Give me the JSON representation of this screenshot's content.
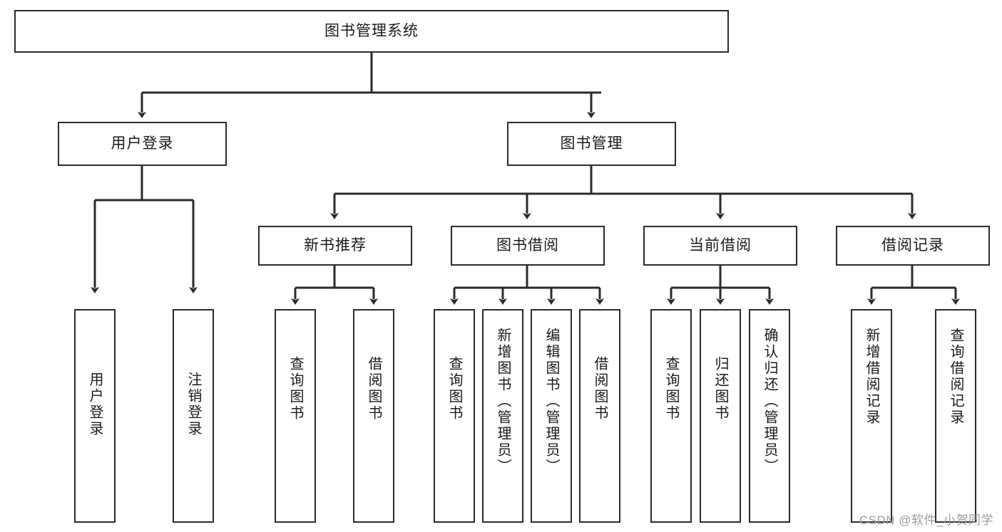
{
  "diagram": {
    "type": "tree-hierarchy-chart",
    "title": "图书管理系统",
    "stroke_color": "#2b2b2b",
    "background_color": "#ffffff",
    "text_color": "#1a1a1a",
    "levels": 4,
    "root": {
      "label": "图书管理系统",
      "children": [
        {
          "label": "用户登录",
          "children": [
            {
              "label": "用户登录"
            },
            {
              "label": "注销登录"
            }
          ]
        },
        {
          "label": "图书管理",
          "children": [
            {
              "label": "新书推荐",
              "children": [
                {
                  "label": "查询图书"
                },
                {
                  "label": "借阅图书"
                }
              ]
            },
            {
              "label": "图书借阅",
              "children": [
                {
                  "label": "查询图书"
                },
                {
                  "label": "新增图书（管理员）"
                },
                {
                  "label": "编辑图书（管理员）"
                },
                {
                  "label": "借阅图书"
                }
              ]
            },
            {
              "label": "当前借阅",
              "children": [
                {
                  "label": "查询图书"
                },
                {
                  "label": "归还图书"
                },
                {
                  "label": "确认归还（管理员）"
                }
              ]
            },
            {
              "label": "借阅记录",
              "children": [
                {
                  "label": "新增借阅记录"
                },
                {
                  "label": "查询借阅记录"
                }
              ]
            }
          ]
        }
      ]
    }
  },
  "nodes": {
    "root": "图书管理系统",
    "l2_user_login": "用户登录",
    "l2_book_manage": "图书管理",
    "l3_user_login": "用户登录",
    "l3_user_logout": "注销登录",
    "l3_new_book": "新书推荐",
    "l3_book_borrow": "图书借阅",
    "l3_current_borrow": "当前借阅",
    "l3_borrow_record": "借阅记录",
    "l4_nb_query": "查询图书",
    "l4_nb_borrow": "借阅图书",
    "l4_bb_query": "查询图书",
    "l4_bb_add": "新增图书（管理员）",
    "l4_bb_edit": "编辑图书（管理员）",
    "l4_bb_borrow": "借阅图书",
    "l4_cb_query": "查询图书",
    "l4_cb_return": "归还图书",
    "l4_cb_confirm": "确认归还（管理员）",
    "l4_br_add": "新增借阅记录",
    "l4_br_query": "查询借阅记录"
  },
  "watermark": {
    "text": "CSDN @软件_小贺同学"
  }
}
